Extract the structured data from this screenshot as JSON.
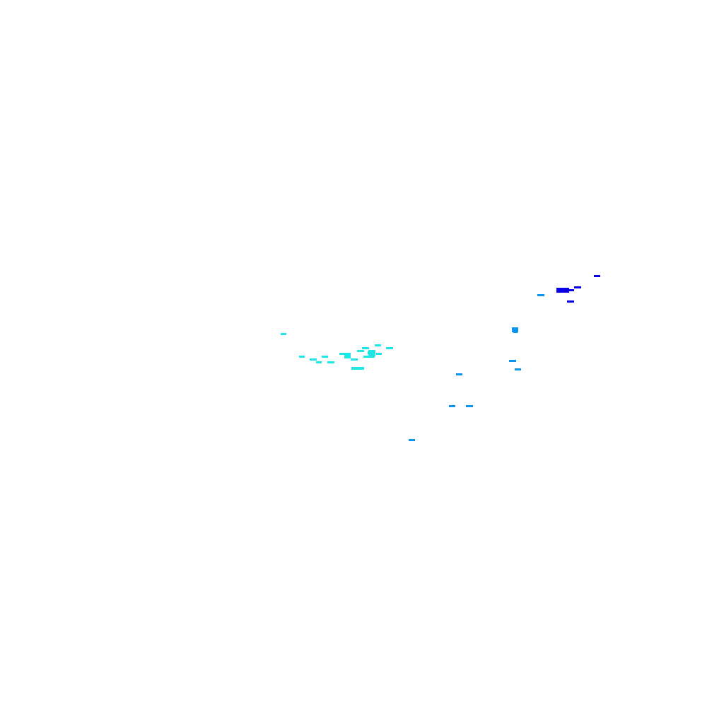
{
  "image": {
    "background_color": "#ffffff"
  },
  "speck_groups": [
    {
      "group": "cyan-cluster",
      "color": "#1ee6e6",
      "count": 23
    },
    {
      "group": "azure-scatter",
      "color": "#0a96f0",
      "count": 11
    },
    {
      "group": "blue-cluster",
      "color": "#0a00e6",
      "count": 5
    }
  ]
}
